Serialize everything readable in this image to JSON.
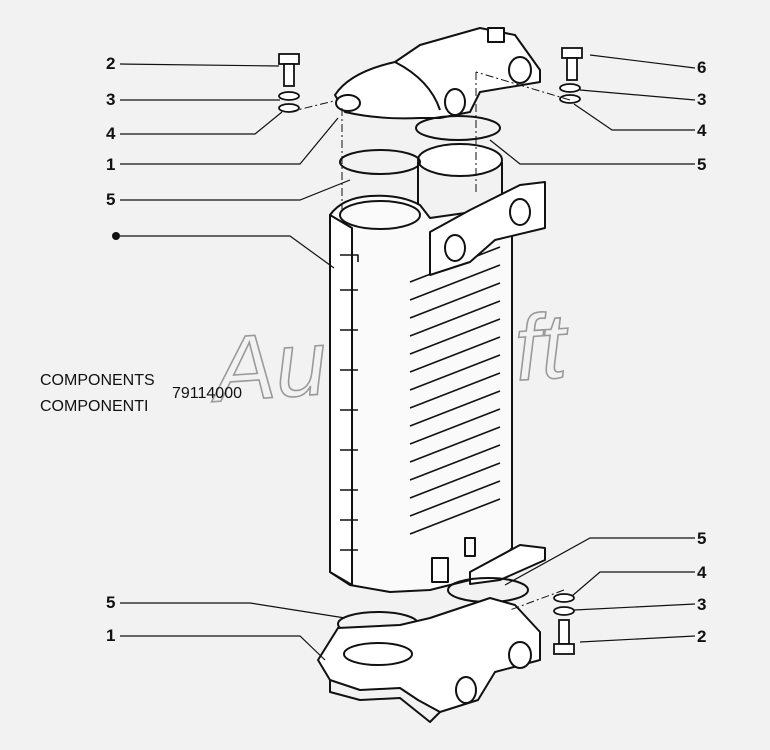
{
  "callouts": {
    "tl_2": "2",
    "tl_3": "3",
    "tl_4": "4",
    "tl_1": "1",
    "tl_5": "5",
    "tl_dot": "●",
    "tr_6": "6",
    "tr_3": "3",
    "tr_4": "4",
    "tr_5": "5",
    "br_5": "5",
    "br_4": "4",
    "br_3": "3",
    "br_2": "2",
    "bl_5": "5",
    "bl_1": "1"
  },
  "caption": {
    "line1": "COMPONENTS",
    "line2": "COMPONENTI",
    "code": "79114000"
  },
  "watermark": "AutoSoft",
  "colors": {
    "background": "#f2f2f2",
    "line": "#111111",
    "watermark": "#9a9a9a"
  }
}
